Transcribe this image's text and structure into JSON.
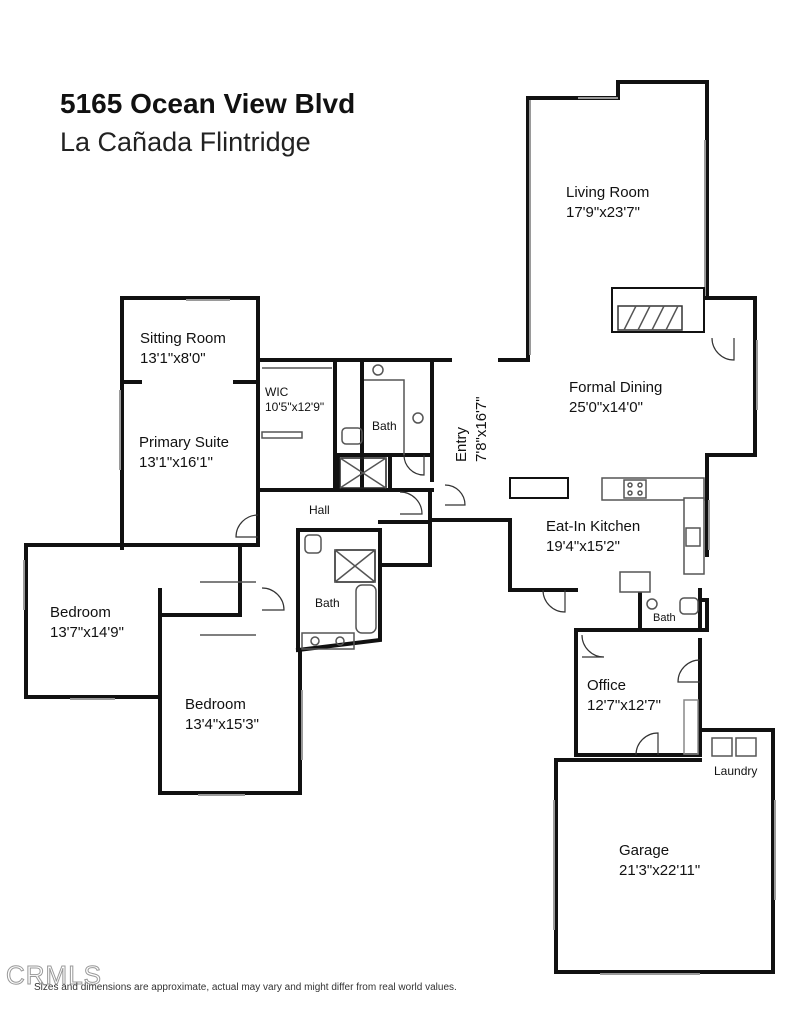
{
  "header": {
    "address": "5165 Ocean View Blvd",
    "city": "La Cañada Flintridge"
  },
  "rooms": {
    "living_room": {
      "name": "Living Room",
      "dims": "17'9\"x23'7\""
    },
    "sitting_room": {
      "name": "Sitting Room",
      "dims": "13'1\"x8'0\""
    },
    "wic": {
      "name": "WIC",
      "dims": "10'5\"x12'9\""
    },
    "primary_bath": {
      "name": "Bath"
    },
    "entry": {
      "name": "Entry",
      "dims": "7'8\"x16'7\""
    },
    "formal_dining": {
      "name": "Formal Dining",
      "dims": "25'0\"x14'0\""
    },
    "primary_suite": {
      "name": "Primary Suite",
      "dims": "13'1\"x16'1\""
    },
    "hall": {
      "name": "Hall"
    },
    "eat_in_kitchen": {
      "name": "Eat-In Kitchen",
      "dims": "19'4\"x15'2\""
    },
    "hall_bath": {
      "name": "Bath"
    },
    "bedroom_1": {
      "name": "Bedroom",
      "dims": "13'7\"x14'9\""
    },
    "bedroom_2": {
      "name": "Bedroom",
      "dims": "13'4\"x15'3\""
    },
    "kitchen_bath": {
      "name": "Bath"
    },
    "office": {
      "name": "Office",
      "dims": "12'7\"x12'7\""
    },
    "laundry": {
      "name": "Laundry"
    },
    "garage": {
      "name": "Garage",
      "dims": "21'3\"x22'11\""
    }
  },
  "footer": {
    "disclaimer": "Sizes and dimensions are approximate, actual may vary and might differ from real world values.",
    "watermark": "CRMLS"
  },
  "colors": {
    "wall": "#111111",
    "window": "#9a9a9a",
    "fixture": "#666666"
  }
}
